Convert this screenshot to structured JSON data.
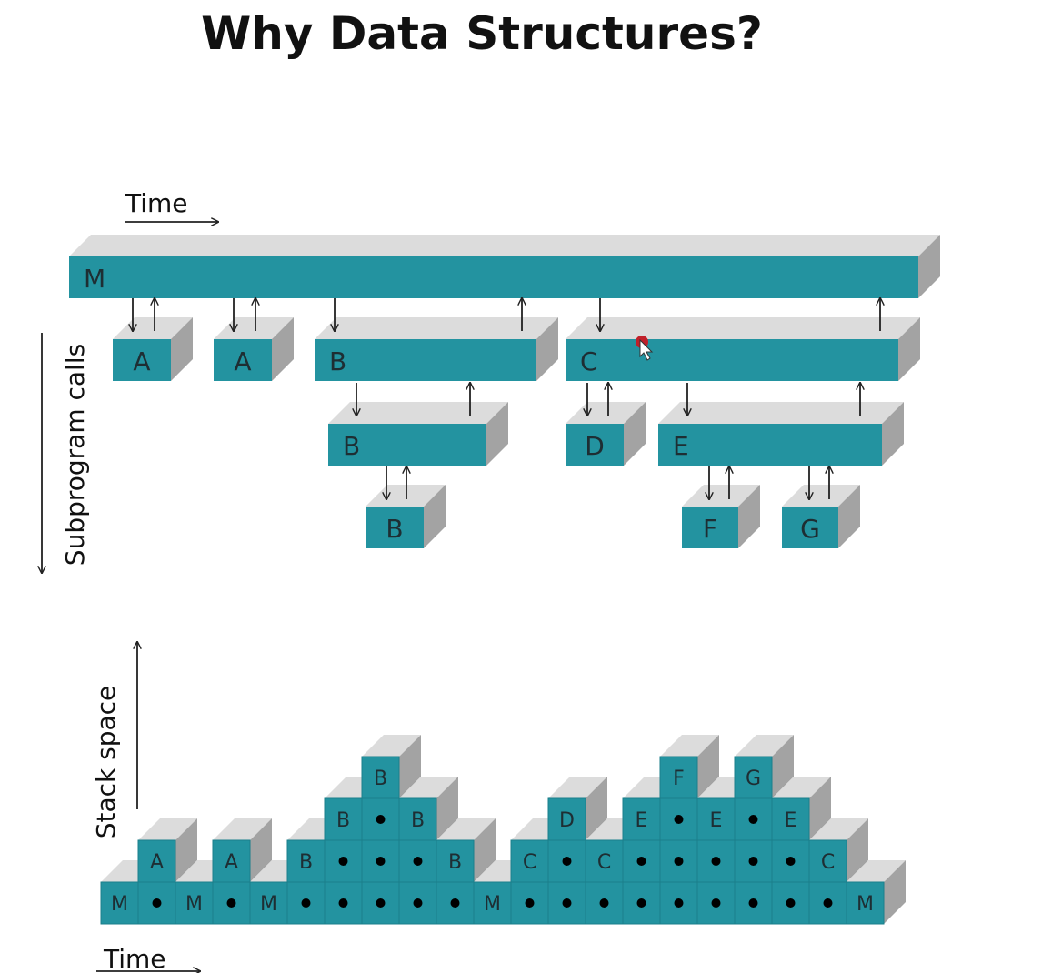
{
  "title": "Why Data Structures?",
  "colors": {
    "front": "#2393a0",
    "top": "#dcdcdc",
    "side": "#a3a3a3",
    "line": "#222222"
  },
  "upper": {
    "time_label": "Time",
    "calls_label": "Subprogram calls",
    "blocks": [
      "M",
      "A",
      "A",
      "B",
      "C",
      "B",
      "D",
      "E",
      "B",
      "F",
      "G"
    ]
  },
  "lower": {
    "stack_label": "Stack space",
    "time_label": "Time",
    "columns": [
      [
        "M"
      ],
      [
        "•",
        "A"
      ],
      [
        "M"
      ],
      [
        "•",
        "A"
      ],
      [
        "M"
      ],
      [
        "•",
        "B"
      ],
      [
        "•",
        "•",
        "B"
      ],
      [
        "•",
        "•",
        "•",
        "B"
      ],
      [
        "•",
        "•",
        "B"
      ],
      [
        "•",
        "B"
      ],
      [
        "M"
      ],
      [
        "•",
        "C"
      ],
      [
        "•",
        "•",
        "D"
      ],
      [
        "•",
        "C"
      ],
      [
        "•",
        "•",
        "E"
      ],
      [
        "•",
        "•",
        "•",
        "F"
      ],
      [
        "•",
        "•",
        "E"
      ],
      [
        "•",
        "•",
        "•",
        "G"
      ],
      [
        "•",
        "•",
        "E"
      ],
      [
        "•",
        "C"
      ],
      [
        "M"
      ]
    ]
  }
}
